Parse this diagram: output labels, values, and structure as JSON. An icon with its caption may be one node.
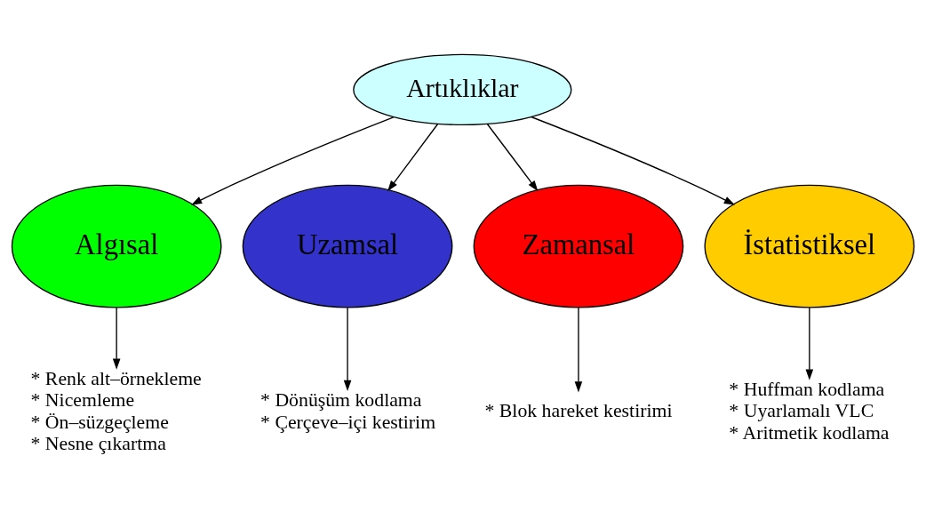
{
  "diagram": {
    "nodes": [
      {
        "text": [
          "Artıklıklar"
        ]
      },
      {
        "text": [
          "Algısal"
        ]
      },
      {
        "text": [
          "Uzamsal"
        ]
      },
      {
        "text": [
          "Zamansal"
        ]
      },
      {
        "text": [
          "İstatistiksel"
        ]
      },
      {
        "text": [
          "* Renk alt–örnekleme",
          "* Nicemleme",
          "* Ön–süzgeçleme",
          "* Nesne çıkartma"
        ]
      },
      {
        "text": [
          "* Dönüşüm kodlama",
          "* Çerçeve–içi kestirim"
        ]
      },
      {
        "text": [
          "* Blok hareket kestirimi"
        ]
      },
      {
        "text": [
          "* Huffman kodlama",
          "* Uyarlamalı VLC",
          "* Aritmetik kodlama"
        ]
      }
    ],
    "edges": [
      {
        "from": 0,
        "to": 1,
        "arrow": "to"
      },
      {
        "from": 0,
        "to": 2,
        "arrow": "to"
      },
      {
        "from": 0,
        "to": 3,
        "arrow": "to"
      },
      {
        "from": 0,
        "to": 4,
        "arrow": "to"
      },
      {
        "from": 1,
        "to": 5,
        "arrow": "to"
      },
      {
        "from": 2,
        "to": 6,
        "arrow": "to"
      },
      {
        "from": 3,
        "to": 7,
        "arrow": "to"
      },
      {
        "from": 4,
        "to": 8,
        "arrow": "to"
      }
    ]
  }
}
